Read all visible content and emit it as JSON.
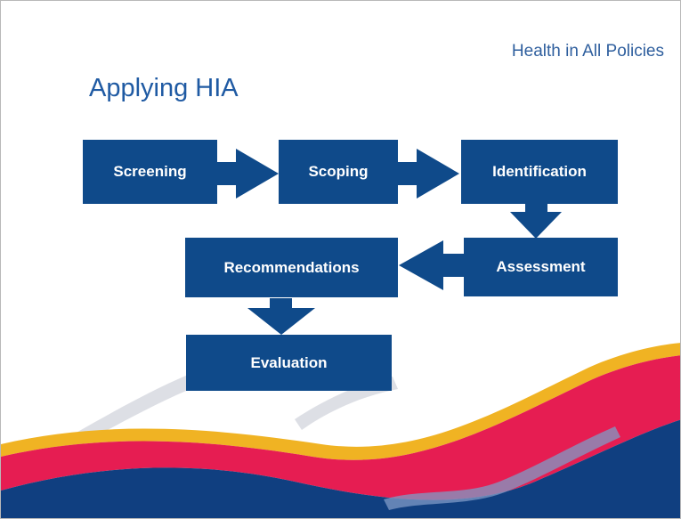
{
  "header": {
    "subtitle": "Health in All Policies"
  },
  "slide": {
    "title": "Applying HIA"
  },
  "steps": {
    "screening": "Screening",
    "scoping": "Scoping",
    "identification": "Identification",
    "assessment": "Assessment",
    "recommendations": "Recommendations",
    "evaluation": "Evaluation"
  },
  "colors": {
    "box": "#0f4a8a",
    "arrow": "#0f4a8a",
    "wave_red": "#e61d52",
    "wave_gold": "#f0b323",
    "wave_blue": "#103f80"
  }
}
